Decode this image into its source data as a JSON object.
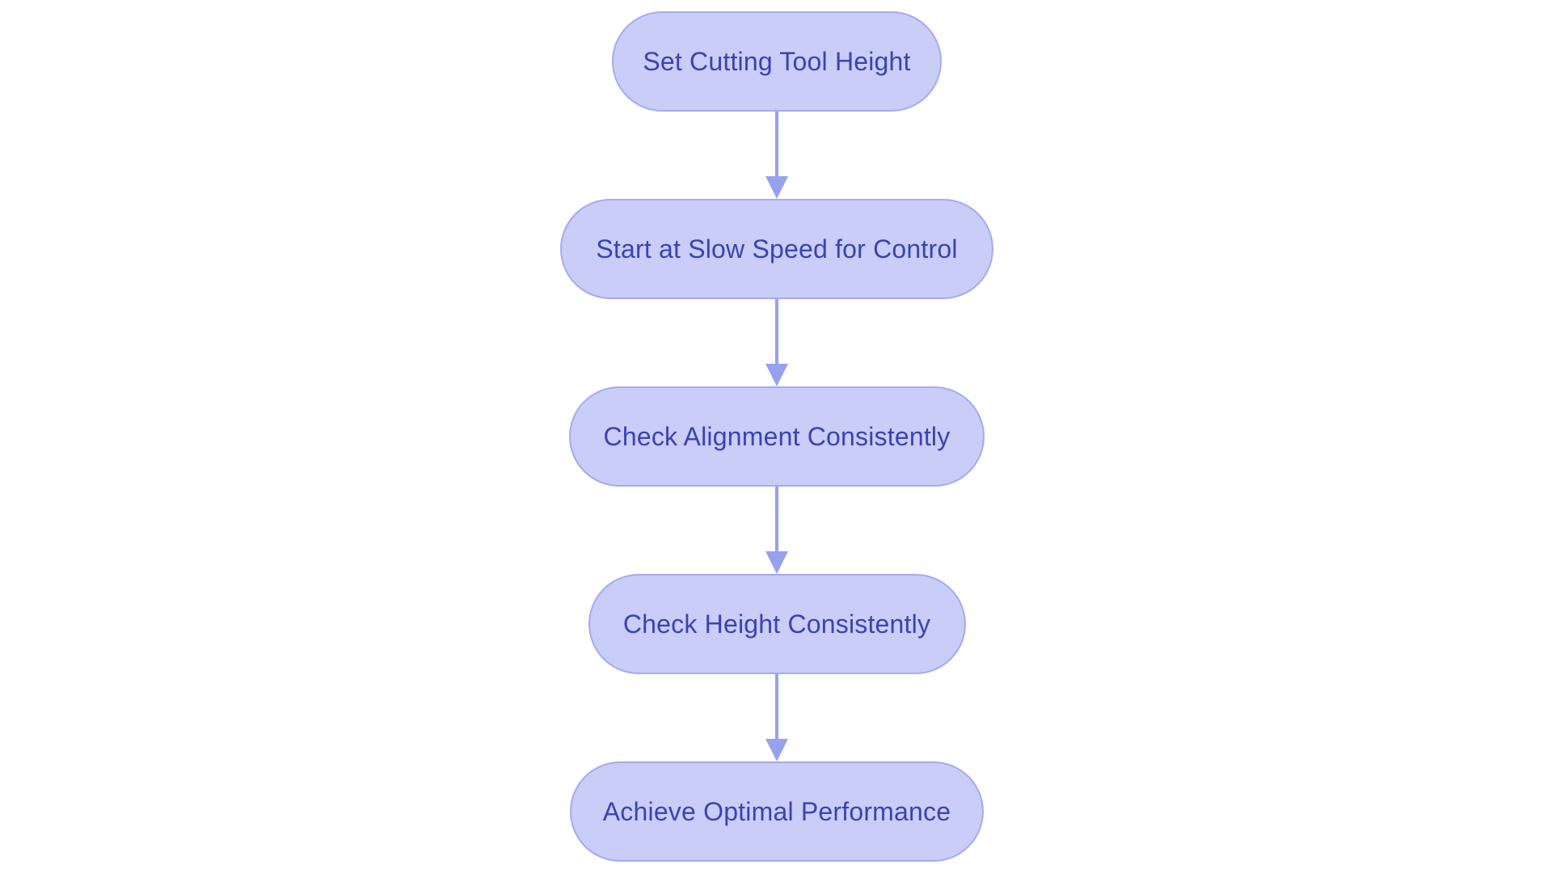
{
  "page": {
    "background": "#ffffff"
  },
  "colors": {
    "canvas-bg": "#ffffff",
    "node-fill": "#c9cdf8",
    "node-border": "#a4abf1",
    "node-text": "#3c42b3",
    "arrow": "#98a1ee"
  },
  "flowchart": {
    "type": "flowchart",
    "direction": "top-down",
    "node_shape": "stadium",
    "nodes": [
      {
        "id": "step-1",
        "label": "Set Cutting Tool Height"
      },
      {
        "id": "step-2",
        "label": "Start at Slow Speed for Control"
      },
      {
        "id": "step-3",
        "label": "Check Alignment Consistently"
      },
      {
        "id": "step-4",
        "label": "Check Height Consistently"
      },
      {
        "id": "step-5",
        "label": "Achieve Optimal Performance"
      }
    ],
    "edges": [
      {
        "from": "step-1",
        "to": "step-2",
        "style": "arrow-down"
      },
      {
        "from": "step-2",
        "to": "step-3",
        "style": "arrow-down"
      },
      {
        "from": "step-3",
        "to": "step-4",
        "style": "arrow-down"
      },
      {
        "from": "step-4",
        "to": "step-5",
        "style": "arrow-down"
      }
    ]
  }
}
